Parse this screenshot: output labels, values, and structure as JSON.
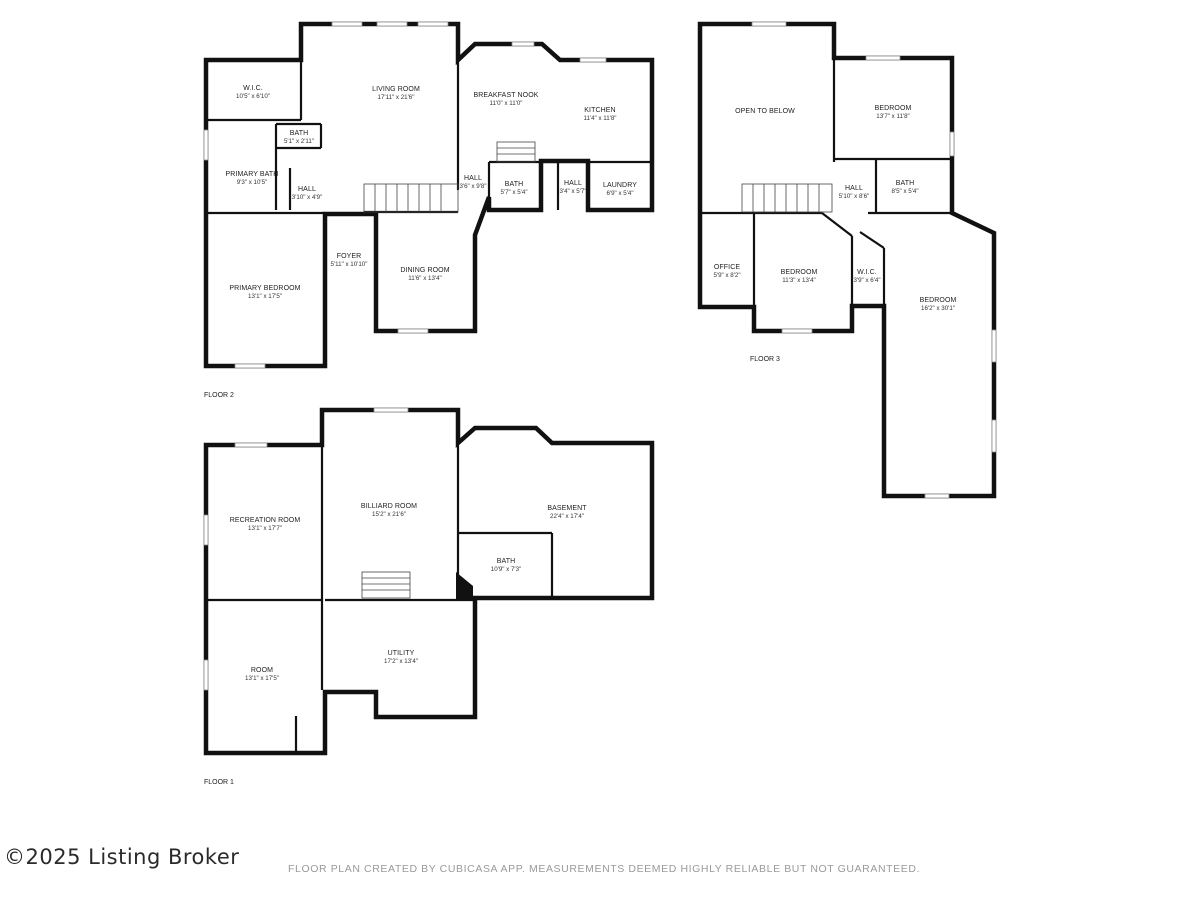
{
  "floors": [
    {
      "label": "FLOOR 2",
      "rooms": [
        {
          "name": "W.I.C.",
          "dims": "10'5\" x 6'10\""
        },
        {
          "name": "LIVING ROOM",
          "dims": "17'11\" x 21'6\""
        },
        {
          "name": "BREAKFAST NOOK",
          "dims": "11'0\" x 11'0\""
        },
        {
          "name": "KITCHEN",
          "dims": "11'4\" x 11'8\""
        },
        {
          "name": "BATH",
          "dims": "5'1\" x 2'11\""
        },
        {
          "name": "PRIMARY BATH",
          "dims": "9'3\" x 10'5\""
        },
        {
          "name": "HALL",
          "dims": "3'10\" x 4'9\""
        },
        {
          "name": "HALL",
          "dims": "3'6\" x 9'8\""
        },
        {
          "name": "BATH",
          "dims": "5'7\" x 5'4\""
        },
        {
          "name": "HALL",
          "dims": "3'4\" x 5'7\""
        },
        {
          "name": "LAUNDRY",
          "dims": "6'9\" x 5'4\""
        },
        {
          "name": "FOYER",
          "dims": "5'11\" x 10'10\""
        },
        {
          "name": "DINING ROOM",
          "dims": "11'6\" x 13'4\""
        },
        {
          "name": "PRIMARY BEDROOM",
          "dims": "13'1\" x 17'5\""
        }
      ]
    },
    {
      "label": "FLOOR 3",
      "rooms": [
        {
          "name": "OPEN TO BELOW",
          "dims": ""
        },
        {
          "name": "BEDROOM",
          "dims": "13'7\" x 11'8\""
        },
        {
          "name": "HALL",
          "dims": "5'10\" x 8'6\""
        },
        {
          "name": "BATH",
          "dims": "8'5\" x 5'4\""
        },
        {
          "name": "OFFICE",
          "dims": "5'9\" x 8'2\""
        },
        {
          "name": "BEDROOM",
          "dims": "11'3\" x 13'4\""
        },
        {
          "name": "W.I.C.",
          "dims": "3'9\" x 6'4\""
        },
        {
          "name": "BEDROOM",
          "dims": "16'2\" x 30'1\""
        }
      ]
    },
    {
      "label": "FLOOR 1",
      "rooms": [
        {
          "name": "BILLIARD ROOM",
          "dims": "15'2\" x 21'6\""
        },
        {
          "name": "RECREATION ROOM",
          "dims": "13'1\" x 17'7\""
        },
        {
          "name": "BASEMENT",
          "dims": "22'4\" x 17'4\""
        },
        {
          "name": "BATH",
          "dims": "10'9\" x 7'3\""
        },
        {
          "name": "UTILITY",
          "dims": "17'2\" x 13'4\""
        },
        {
          "name": "ROOM",
          "dims": "13'1\" x 17'5\""
        }
      ]
    }
  ],
  "copyright": "©2025 Listing Broker",
  "disclaimer": "FLOOR PLAN CREATED BY CUBICASA APP. MEASUREMENTS DEEMED HIGHLY RELIABLE BUT NOT GUARANTEED."
}
